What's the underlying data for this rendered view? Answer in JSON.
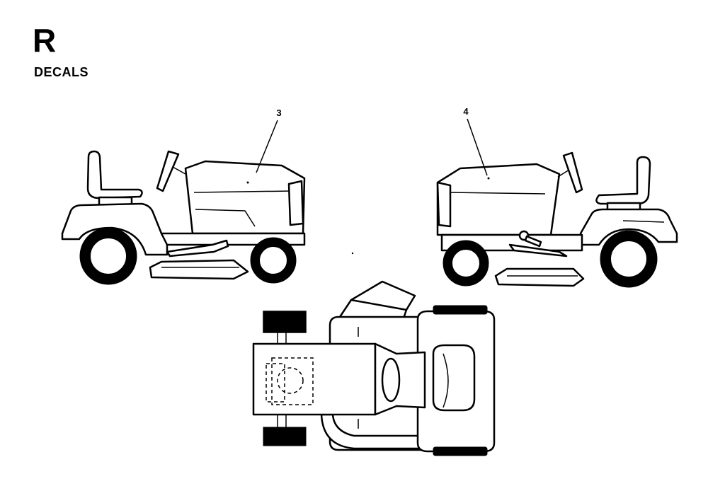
{
  "header": {
    "section_letter": "R",
    "section_title": "DECALS"
  },
  "callouts": [
    {
      "number": "3"
    },
    {
      "number": "4"
    }
  ]
}
